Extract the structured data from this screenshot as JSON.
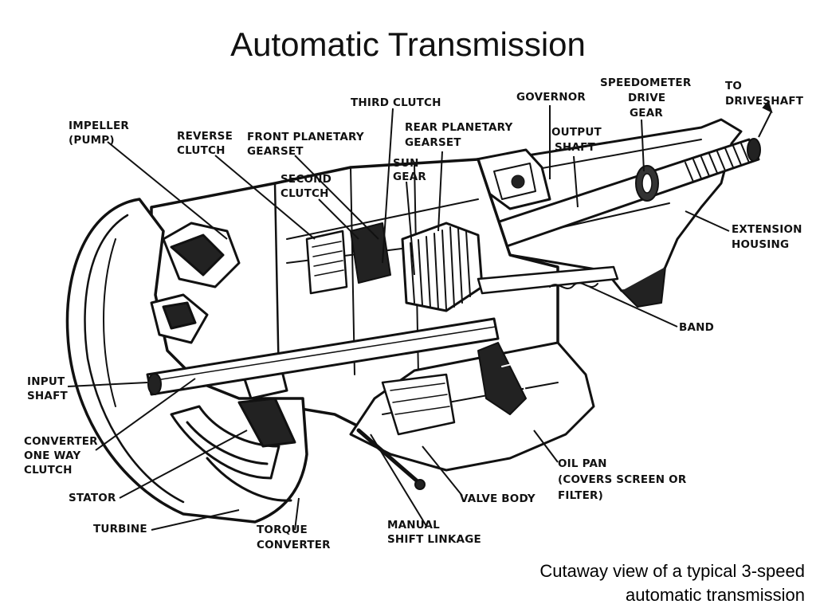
{
  "slide": {
    "title": "Automatic Transmission",
    "caption": [
      "Cutaway view of a typical 3-speed",
      "automatic transmission"
    ]
  },
  "labels": {
    "impeller": [
      "IMPELLER",
      "(PUMP)"
    ],
    "reverse_clutch": [
      "REVERSE",
      "CLUTCH"
    ],
    "front_planetary": [
      "FRONT PLANETARY",
      "GEARSET"
    ],
    "second_clutch": [
      "SECOND",
      "CLUTCH"
    ],
    "third_clutch": [
      "THIRD CLUTCH"
    ],
    "rear_planetary": [
      "REAR PLANETARY",
      "GEARSET"
    ],
    "sun_gear": [
      "SUN",
      "GEAR"
    ],
    "governor": [
      "GOVERNOR"
    ],
    "output_shaft": [
      "OUTPUT",
      "SHAFT"
    ],
    "speedometer": [
      "SPEEDOMETER",
      "DRIVE",
      "GEAR"
    ],
    "to_driveshaft": [
      "TO",
      "DRIVESHAFT"
    ],
    "extension_housing": [
      "EXTENSION",
      "HOUSING"
    ],
    "band": [
      "BAND"
    ],
    "input_shaft": [
      "INPUT",
      "SHAFT"
    ],
    "converter_one_way": [
      "CONVERTER",
      "ONE WAY",
      "CLUTCH"
    ],
    "stator": [
      "STATOR"
    ],
    "turbine": [
      "TURBINE"
    ],
    "torque_converter": [
      "TORQUE",
      "CONVERTER"
    ],
    "manual_shift": [
      "MANUAL",
      "SHIFT LINKAGE"
    ],
    "valve_body": [
      "VALVE BODY"
    ],
    "oil_pan": [
      "OIL PAN",
      "(COVERS SCREEN OR",
      "FILTER)"
    ]
  }
}
